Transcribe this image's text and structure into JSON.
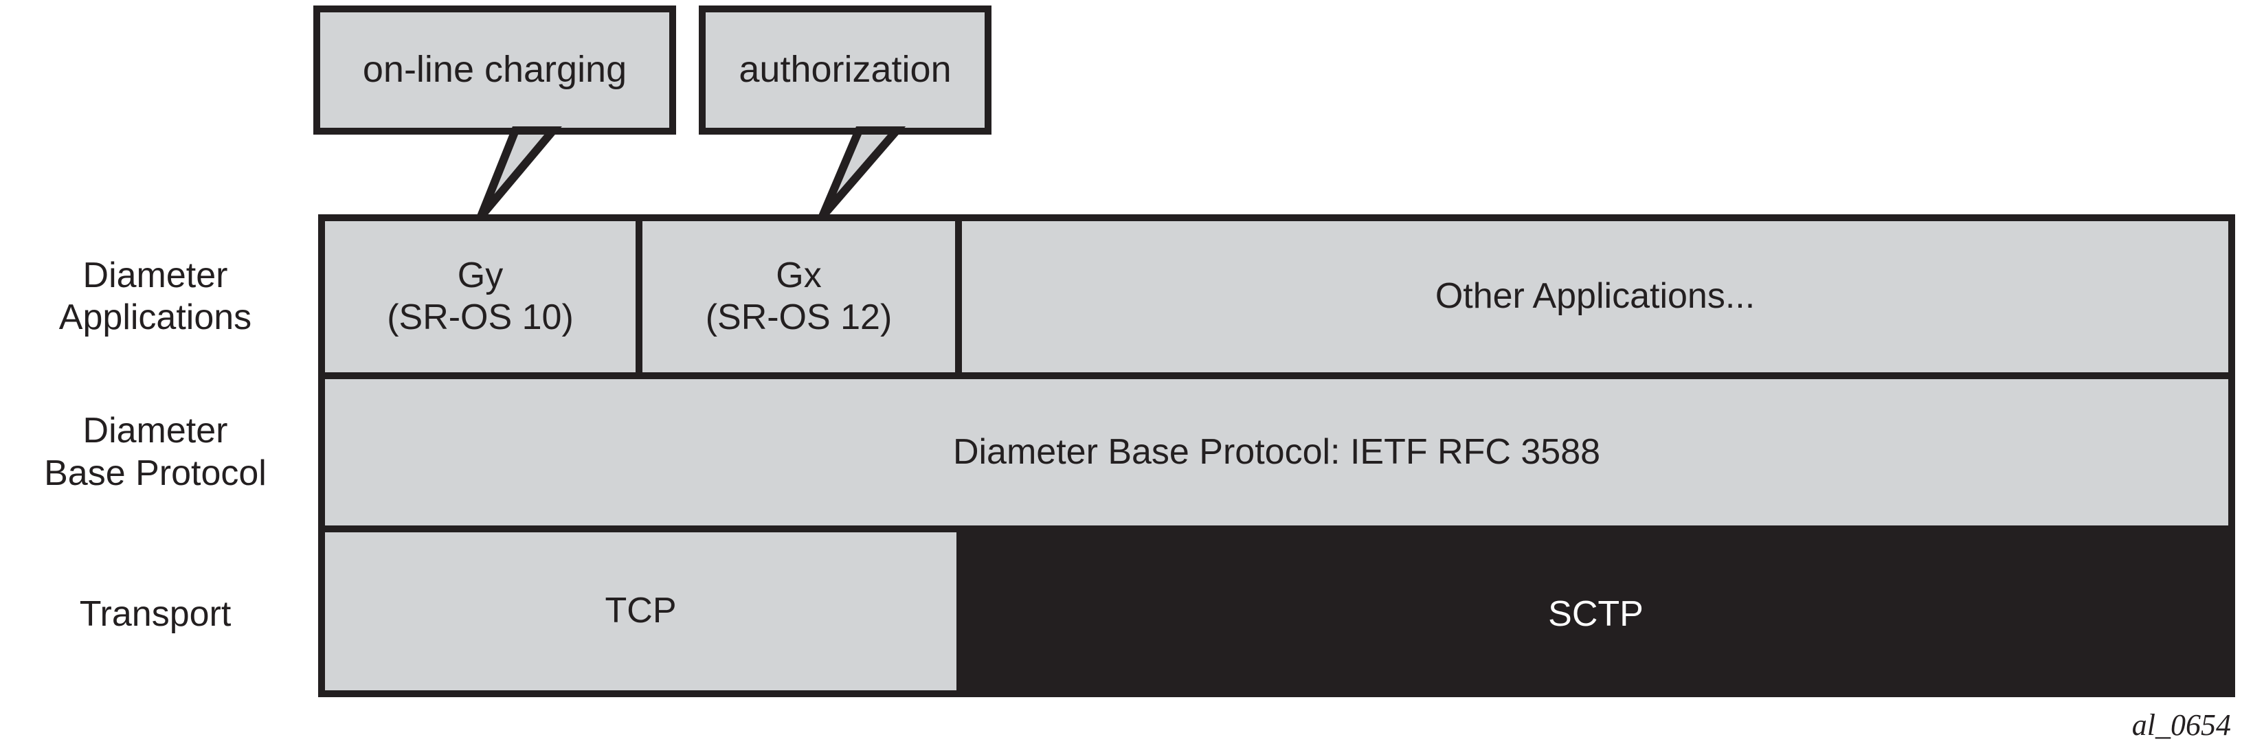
{
  "figure": {
    "id_caption": "al_0654",
    "colors": {
      "fill_light": "#d2d4d6",
      "fill_dark": "#231f20",
      "stroke": "#231f20",
      "text_light": "#231f20",
      "text_dark": "#ffffff",
      "background": "#ffffff"
    }
  },
  "callouts": [
    {
      "label": "on-line charging",
      "points_to": "Gy (SR-OS 10)"
    },
    {
      "label": "authorization",
      "points_to": "Gx (SR-OS 12)"
    }
  ],
  "rows": [
    {
      "label": "Diameter\nApplications",
      "cells": [
        {
          "label": "Gy\n(SR-OS 10)",
          "style": "light"
        },
        {
          "label": "Gx\n(SR-OS 12)",
          "style": "light"
        },
        {
          "label": "Other Applications...",
          "style": "light"
        }
      ]
    },
    {
      "label": "Diameter\nBase Protocol",
      "cells": [
        {
          "label": "Diameter Base Protocol: IETF RFC 3588",
          "style": "light"
        }
      ]
    },
    {
      "label": "Transport",
      "cells": [
        {
          "label": "TCP",
          "style": "light"
        },
        {
          "label": "SCTP",
          "style": "dark"
        }
      ]
    }
  ]
}
